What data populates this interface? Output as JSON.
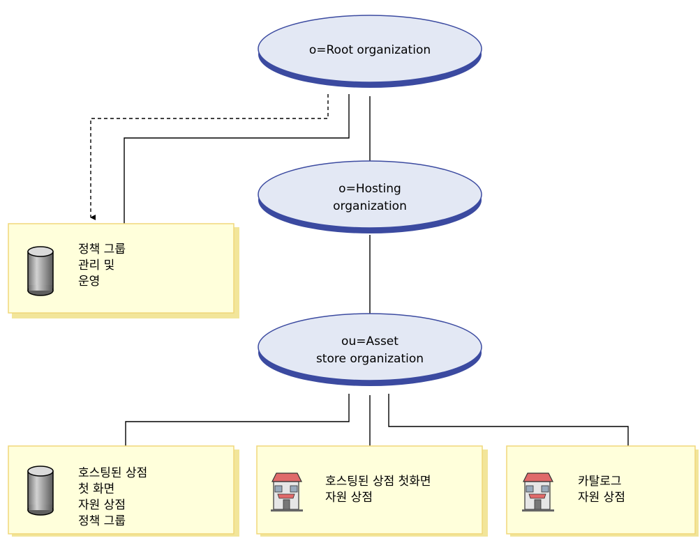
{
  "nodes": {
    "root": {
      "lines": [
        "o=Root organization"
      ]
    },
    "hosting": {
      "lines": [
        "o=Hosting",
        "organization"
      ]
    },
    "asset": {
      "lines": [
        "ou=Asset",
        "store organization"
      ]
    }
  },
  "boxes": {
    "policy_mgmt": {
      "icon": "database-icon",
      "lines": [
        "정책 그룹",
        "관리 및",
        "운영"
      ]
    },
    "hosted_policy": {
      "icon": "database-icon",
      "lines": [
        "호스팅된 상점",
        "첫 화면",
        "자원 상점",
        "정책 그룹"
      ]
    },
    "hosted_storefront": {
      "icon": "store-building-icon",
      "lines": [
        "호스팅된 상점 첫화면",
        "자원 상점"
      ]
    },
    "catalog": {
      "icon": "store-building-icon",
      "lines": [
        "카탈로그",
        "자원 상점"
      ]
    }
  },
  "colors": {
    "ellipse_fill": "#e3e8f4",
    "ellipse_edge": "#3b4aa0",
    "box_fill": "#ffffdb",
    "box_edge": "#f0d77a"
  }
}
